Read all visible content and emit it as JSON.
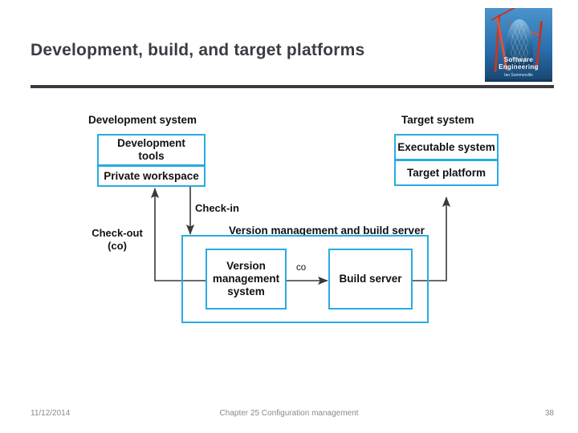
{
  "slide": {
    "title": "Development, build, and target platforms",
    "accent_color": "#29ABE2",
    "title_color": "#3b3b44"
  },
  "logo": {
    "name": "software-engineering-book-cover",
    "title": "Software Engineering",
    "author": "Ian Sommerville"
  },
  "diagram": {
    "groups": [
      {
        "id": "development-system",
        "label": "Development system"
      },
      {
        "id": "target-system",
        "label": "Target system"
      },
      {
        "id": "version-management-and-build-server",
        "label": "Version management and build server"
      }
    ],
    "nodes": [
      {
        "id": "development-tools",
        "label": "Development\ntools"
      },
      {
        "id": "private-workspace",
        "label": "Private workspace"
      },
      {
        "id": "executable-system",
        "label": "Executable system"
      },
      {
        "id": "target-platform",
        "label": "Target platform"
      },
      {
        "id": "version-management-system",
        "label": "Version\nmanagement\nsystem"
      },
      {
        "id": "build-server",
        "label": "Build server"
      }
    ],
    "edges": [
      {
        "id": "check-out",
        "label": "Check-out\n(co)",
        "from": "version-management-system",
        "to": "private-workspace"
      },
      {
        "id": "check-in",
        "label": "Check-in",
        "from": "private-workspace",
        "to": "version-management-and-build-server"
      },
      {
        "id": "co",
        "label": "co",
        "from": "version-management-system",
        "to": "build-server"
      },
      {
        "id": "deploy",
        "label": "",
        "from": "build-server",
        "to": "target-platform"
      }
    ]
  },
  "footer": {
    "date": "11/12/2014",
    "chapter": "Chapter 25 Configuration management",
    "page": "38"
  }
}
